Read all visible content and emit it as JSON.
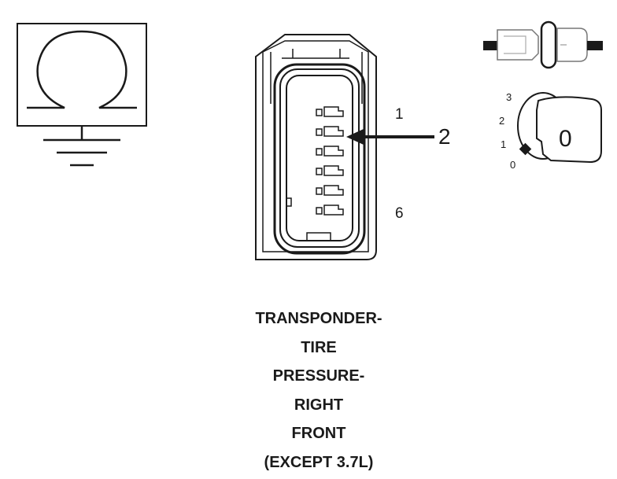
{
  "connector": {
    "pin_first": "1",
    "pin_last": "6",
    "callout": "2"
  },
  "ignition": {
    "positions": [
      "3",
      "2",
      "1",
      "0"
    ],
    "key_label": "0"
  },
  "caption": {
    "lines": [
      "TRANSPONDER-",
      "TIRE",
      "PRESSURE-",
      "RIGHT",
      "FRONT",
      "(EXCEPT 3.7L)"
    ]
  }
}
